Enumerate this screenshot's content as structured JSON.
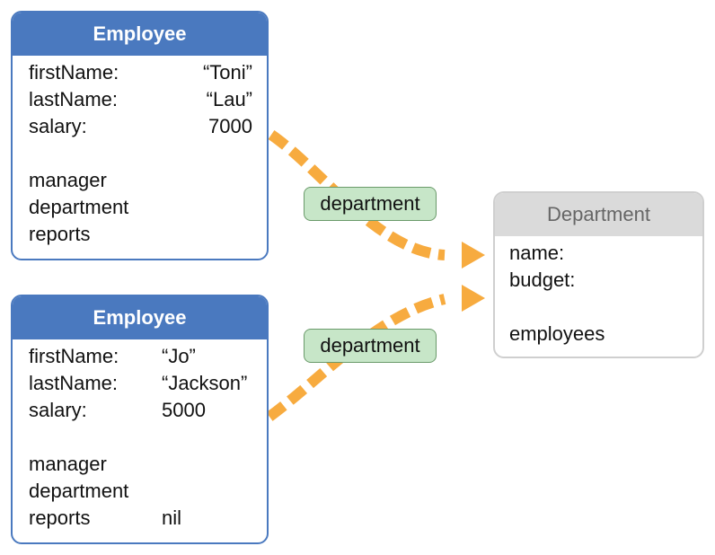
{
  "employee1": {
    "title": "Employee",
    "fields": [
      {
        "label": "firstName:",
        "value": "“Toni”"
      },
      {
        "label": "lastName:",
        "value": "“Lau”"
      },
      {
        "label": "salary:",
        "value": "7000"
      }
    ],
    "relationships": [
      {
        "label": "manager",
        "value": ""
      },
      {
        "label": "department",
        "value": ""
      },
      {
        "label": "reports",
        "value": ""
      }
    ]
  },
  "employee2": {
    "title": "Employee",
    "fields": [
      {
        "label": "firstName:",
        "value": "“Jo”"
      },
      {
        "label": "lastName:",
        "value": "“Jackson”"
      },
      {
        "label": "salary:",
        "value": "5000"
      }
    ],
    "relationships": [
      {
        "label": "manager",
        "value": ""
      },
      {
        "label": "department",
        "value": ""
      },
      {
        "label": "reports",
        "value": "nil"
      }
    ]
  },
  "department": {
    "title": "Department",
    "fields": [
      {
        "label": "name:"
      },
      {
        "label": "budget:"
      }
    ],
    "relationships": [
      {
        "label": "employees"
      }
    ]
  },
  "connections": [
    {
      "label": "department"
    },
    {
      "label": "department"
    }
  ],
  "colors": {
    "employee_header": "#4a79bf",
    "department_header": "#dadada",
    "arrow": "#f7ab3f",
    "tag_fill": "#c7e6c8"
  }
}
